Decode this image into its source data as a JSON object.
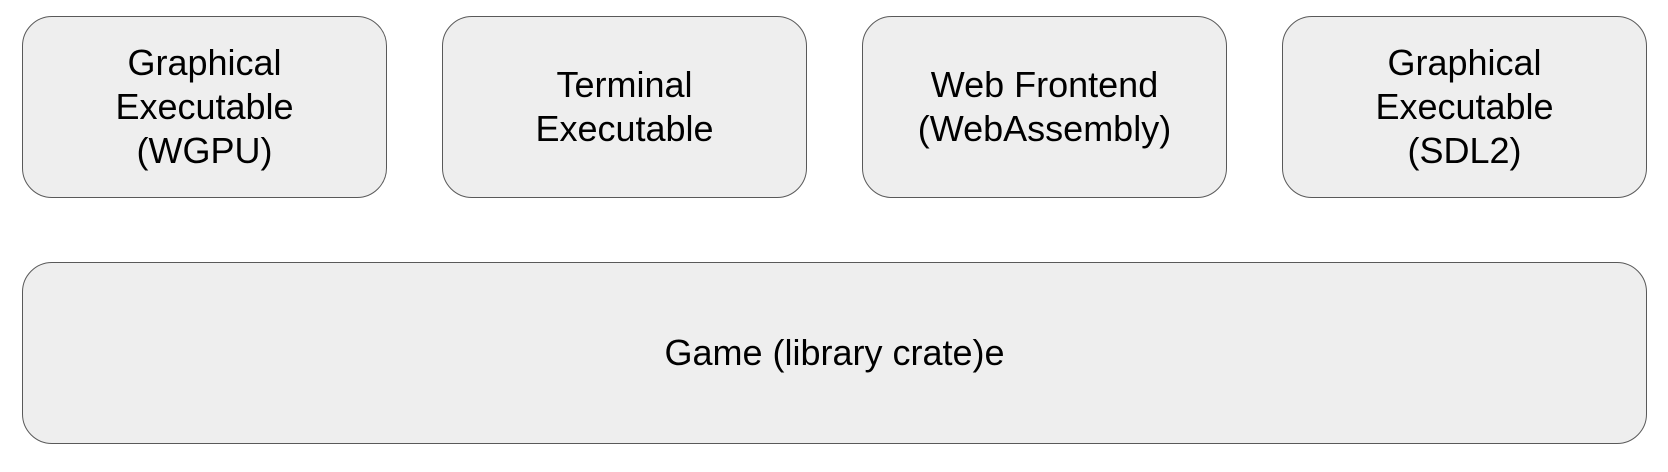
{
  "frontends": [
    {
      "label": "Graphical\nExecutable\n(WGPU)"
    },
    {
      "label": "Terminal\nExecutable"
    },
    {
      "label": "Web Frontend\n(WebAssembly)"
    },
    {
      "label": "Graphical\nExecutable\n(SDL2)"
    }
  ],
  "library": {
    "label": "Game (library crate)e"
  },
  "colors": {
    "box_fill": "#eeeeee",
    "box_border": "#595959",
    "text": "#000000"
  }
}
